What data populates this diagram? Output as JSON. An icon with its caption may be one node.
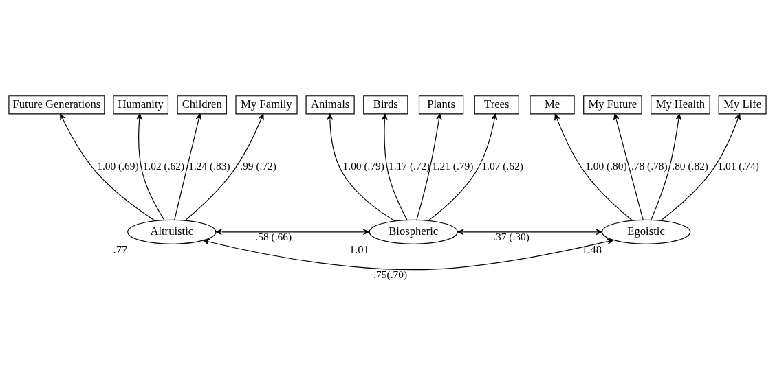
{
  "diagram": {
    "nodes": [
      {
        "text": [
          "Future Generations"
        ]
      },
      {
        "text": [
          "Humanity"
        ]
      },
      {
        "text": [
          "Children"
        ]
      },
      {
        "text": [
          "My Family"
        ]
      },
      {
        "text": [
          "Animals"
        ]
      },
      {
        "text": [
          "Birds"
        ]
      },
      {
        "text": [
          "Plants"
        ]
      },
      {
        "text": [
          "Trees"
        ]
      },
      {
        "text": [
          "Me"
        ]
      },
      {
        "text": [
          "My Future"
        ]
      },
      {
        "text": [
          "My Health"
        ]
      },
      {
        "text": [
          "My Life"
        ]
      },
      {
        "text": [
          "Altruistic"
        ],
        "beside": [
          ".77"
        ]
      },
      {
        "text": [
          "Biospheric"
        ],
        "beside": [
          "1.01"
        ]
      },
      {
        "text": [
          "Egoistic"
        ],
        "beside": [
          "1.48"
        ]
      }
    ],
    "edges": [
      {
        "from": 12,
        "to": 0,
        "arrow": "to",
        "label": "1.00 (.69)"
      },
      {
        "from": 12,
        "to": 1,
        "arrow": "to",
        "label": "1.02 (.62)"
      },
      {
        "from": 12,
        "to": 2,
        "arrow": "to",
        "label": "1.24 (.83)"
      },
      {
        "from": 12,
        "to": 3,
        "arrow": "to",
        "label": ".99 (.72)"
      },
      {
        "from": 13,
        "to": 4,
        "arrow": "to",
        "label": "1.00 (.79)"
      },
      {
        "from": 13,
        "to": 5,
        "arrow": "to",
        "label": "1.17 (.72)"
      },
      {
        "from": 13,
        "to": 6,
        "arrow": "to",
        "label": "1.21 (.79)"
      },
      {
        "from": 13,
        "to": 7,
        "arrow": "to",
        "label": "1.07 (.62)"
      },
      {
        "from": 14,
        "to": 8,
        "arrow": "to",
        "label": "1.00 (.80)"
      },
      {
        "from": 14,
        "to": 9,
        "arrow": "to",
        "label": ".78 (.78)"
      },
      {
        "from": 14,
        "to": 10,
        "arrow": "to",
        "label": ".80 (.82)"
      },
      {
        "from": 14,
        "to": 11,
        "arrow": "to",
        "label": "1.01 (.74)"
      },
      {
        "from": 12,
        "to": 13,
        "arrow": "both",
        "label": ".58 (.66)"
      },
      {
        "from": 13,
        "to": 14,
        "arrow": "both",
        "label": ".37 (.30)"
      },
      {
        "from": 12,
        "to": 14,
        "arrow": "both",
        "label": ".75(.70)"
      }
    ]
  }
}
